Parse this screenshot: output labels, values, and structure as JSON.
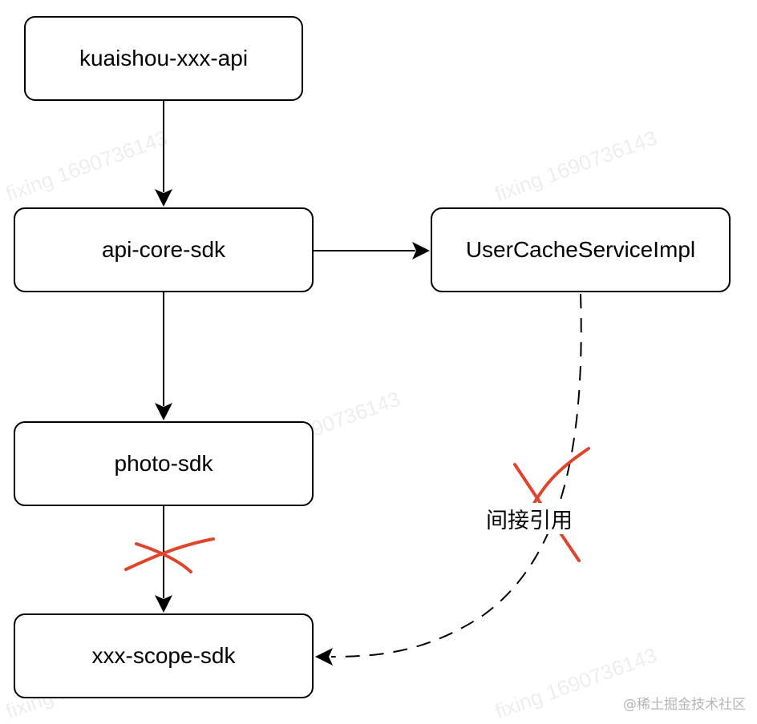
{
  "nodes": {
    "api": "kuaishou-xxx-api",
    "core": "api-core-sdk",
    "cache": "UserCacheServiceImpl",
    "photo": "photo-sdk",
    "scope": "xxx-scope-sdk"
  },
  "edge_label": "间接引用",
  "watermark": "fixing 1690736143",
  "credit": "@稀土掘金技术社区",
  "colors": {
    "line": "#000000",
    "cross_mark": "#e0442a"
  }
}
